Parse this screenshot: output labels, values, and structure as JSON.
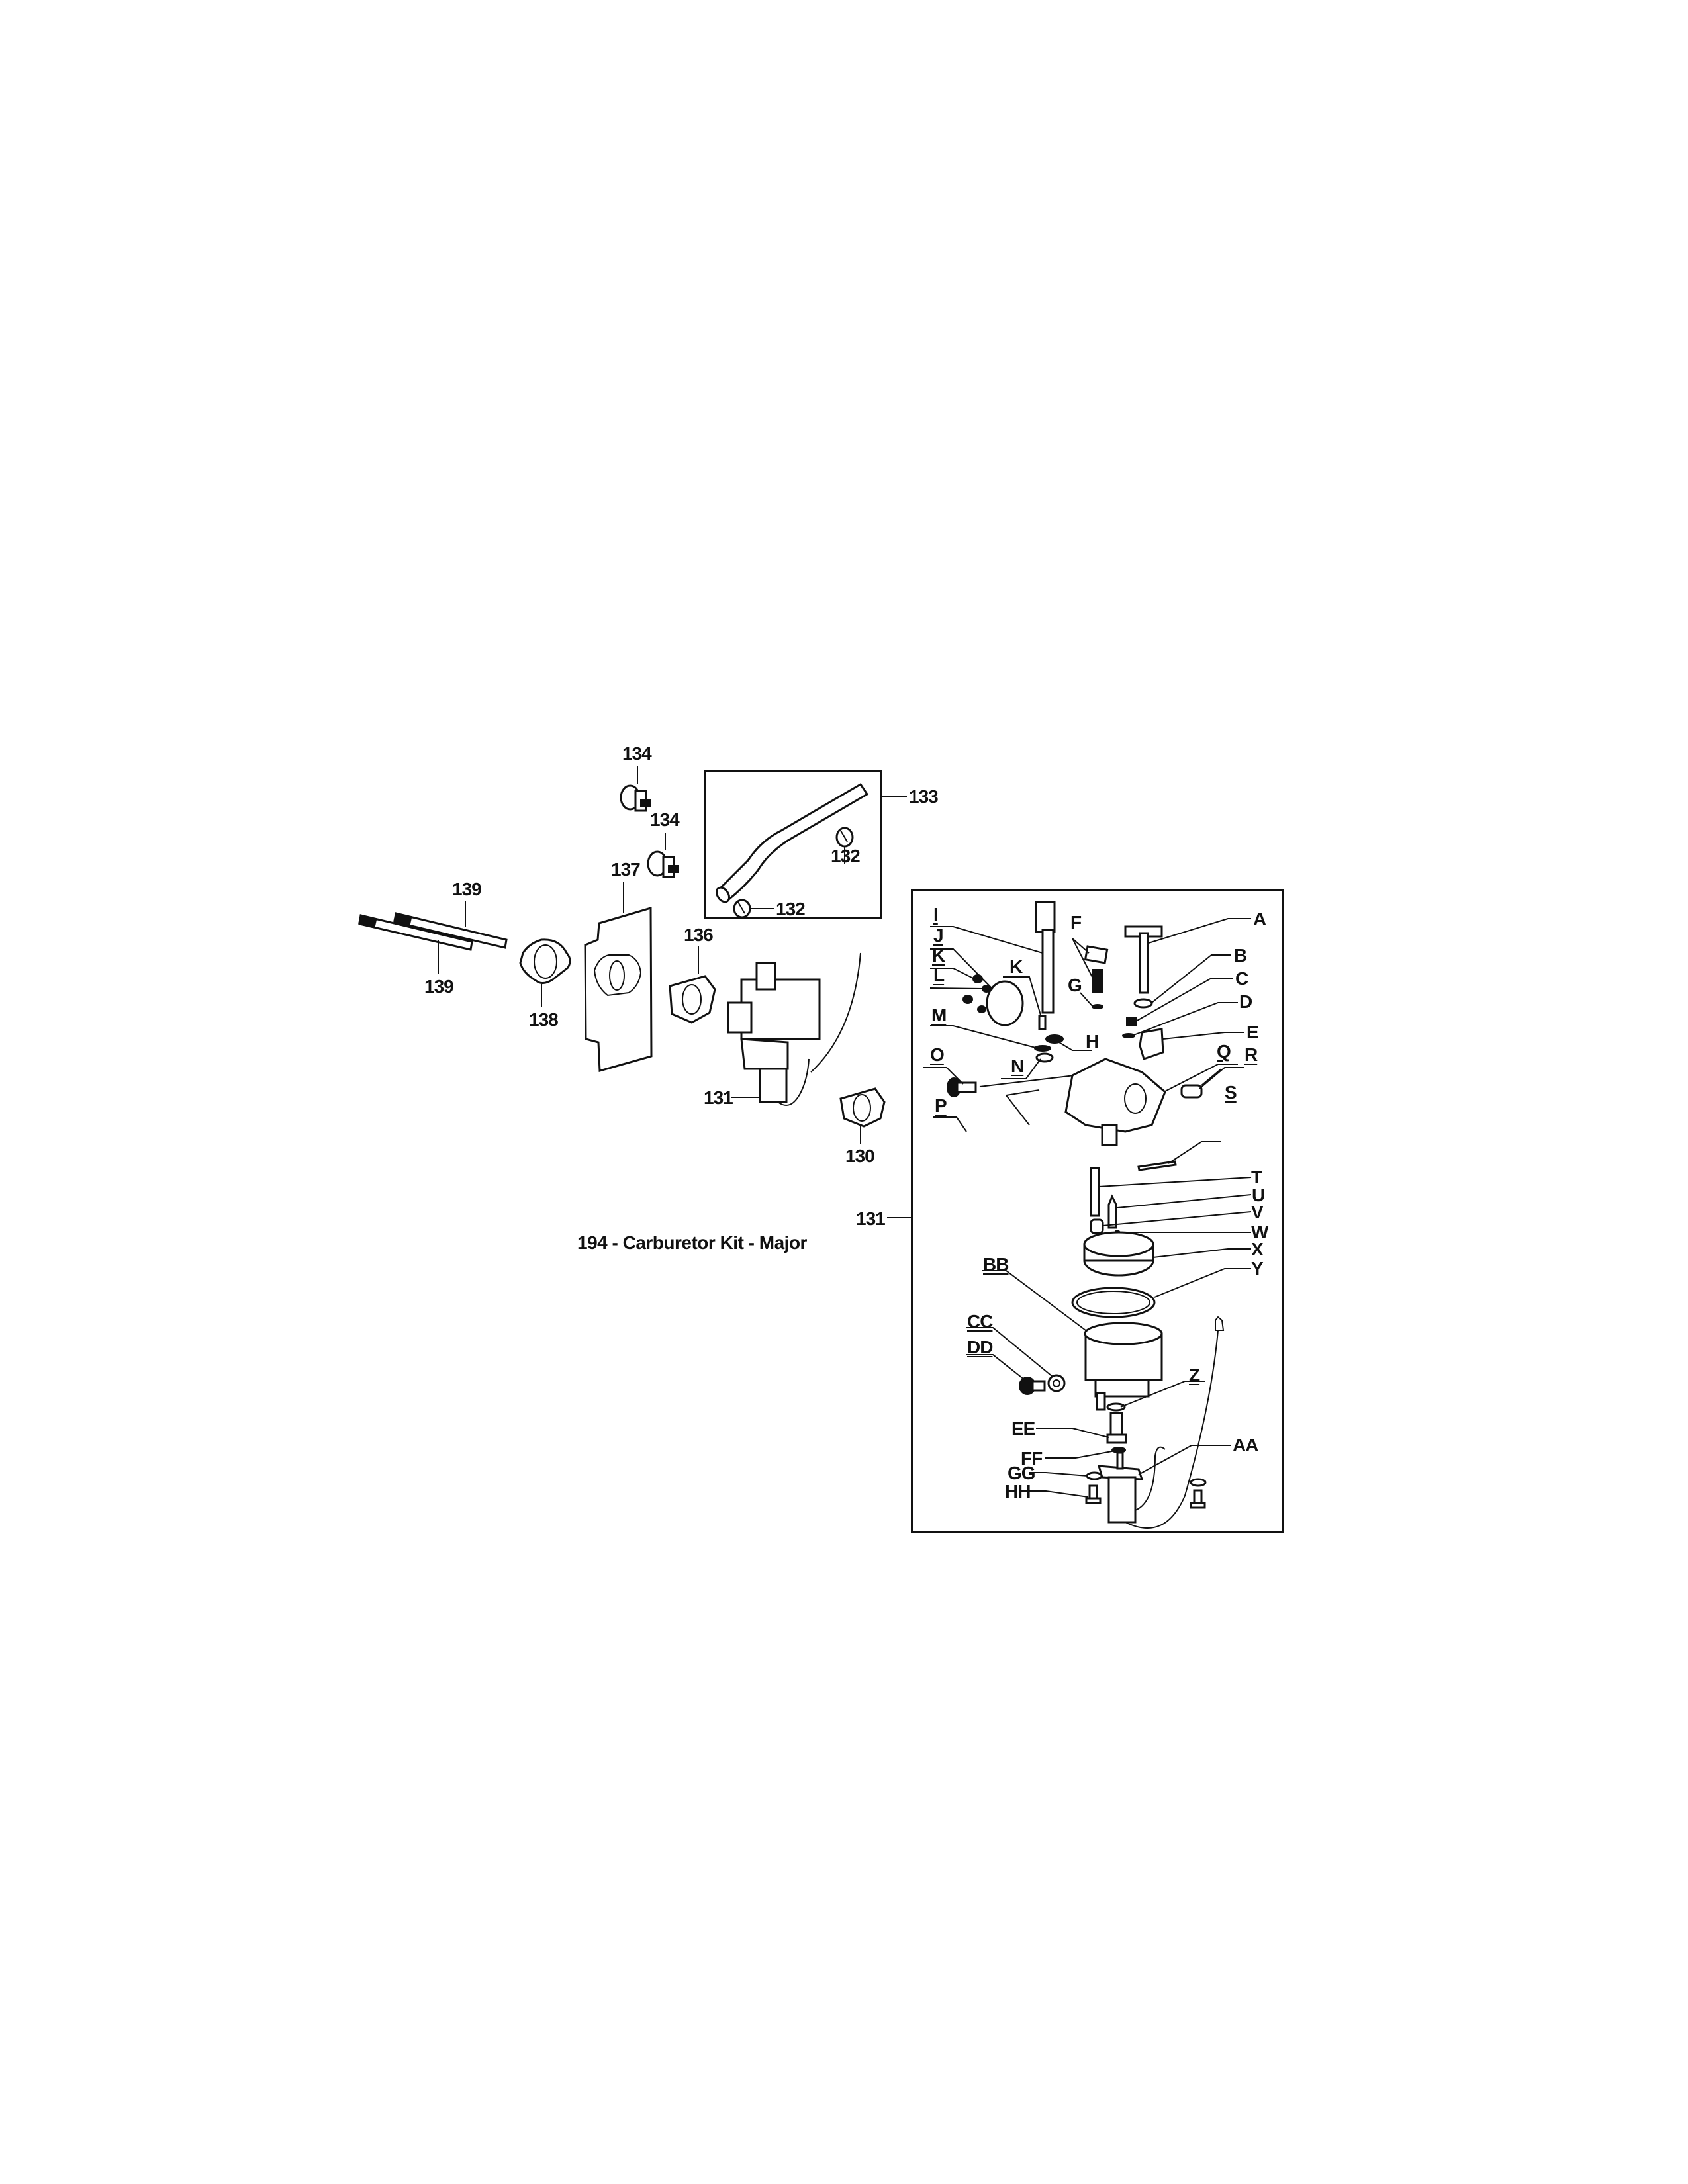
{
  "caption": "194 - Carburetor Kit - Major",
  "boxes": {
    "fuel_line_box": {
      "callout": "133"
    },
    "carburetor_exploded_box": {
      "callout": "131"
    }
  },
  "parts": {
    "p130": "130",
    "p131": "131",
    "p132a": "132",
    "p132b": "132",
    "p133": "133",
    "p134a": "134",
    "p134b": "134",
    "p136": "136",
    "p137": "137",
    "p138": "138",
    "p139a": "139",
    "p139b": "139",
    "p131box": "131"
  },
  "subparts": {
    "A": "A",
    "B": "B",
    "C": "C",
    "D": "D",
    "E": "E",
    "F": "F",
    "G": "G",
    "H": "H",
    "I": "I",
    "J": "J",
    "K1": "K",
    "K2": "K",
    "L": "L",
    "M": "M",
    "N": "N",
    "O": "O",
    "P": "P",
    "Q": "Q",
    "R": "R",
    "S": "S",
    "T": "T",
    "U": "U",
    "V": "V",
    "W": "W",
    "X": "X",
    "Y": "Y",
    "Z": "Z",
    "AA": "AA",
    "BB": "BB",
    "CC": "CC",
    "DD": "DD",
    "EE": "EE",
    "FF": "FF",
    "GG": "GG",
    "HH": "HH"
  }
}
